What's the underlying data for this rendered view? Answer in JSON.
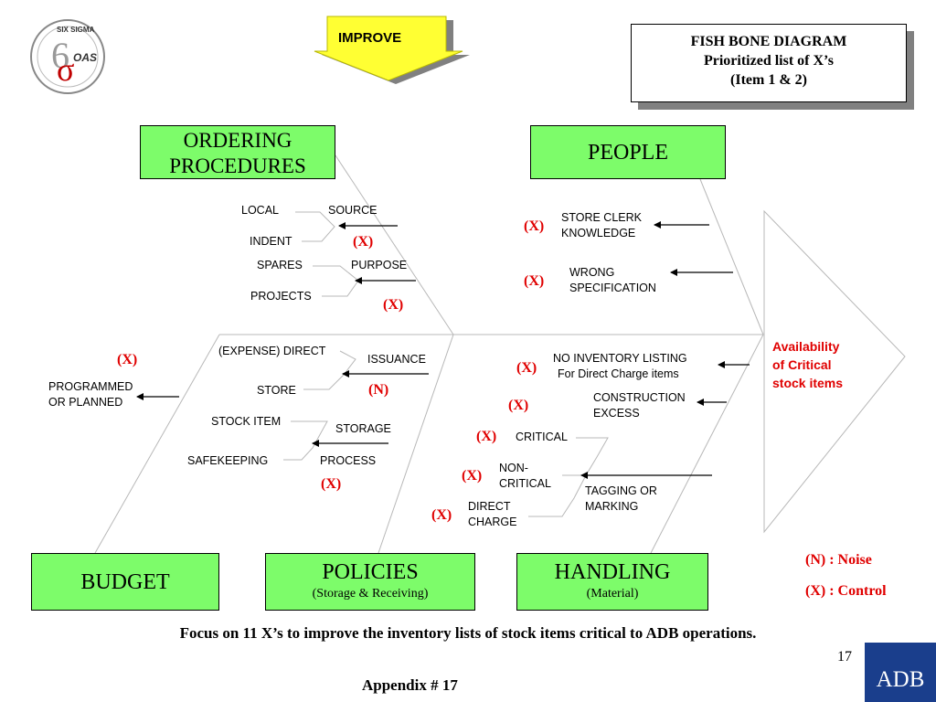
{
  "banner": {
    "label": "IMPROVE"
  },
  "title_box": {
    "line1": "FISH BONE DIAGRAM",
    "line2": "Prioritized list of X’s",
    "line3": "(Item 1 & 2)"
  },
  "logo": {
    "top_text": "SIX SIGMA",
    "brand": "OAS"
  },
  "categories": {
    "ordering": "ORDERING PROCEDURES",
    "people": "PEOPLE",
    "budget": "BUDGET",
    "policies": "POLICIES",
    "policies_sub": "(Storage & Receiving)",
    "handling": "HANDLING",
    "handling_sub": "(Material)"
  },
  "causes": {
    "local": "LOCAL",
    "source": "SOURCE",
    "indent": "INDENT",
    "spares": "SPARES",
    "purpose": "PURPOSE",
    "projects": "PROJECTS",
    "store_clerk_1": "STORE CLERK",
    "store_clerk_2": "KNOWLEDGE",
    "wrong_1": "WRONG",
    "wrong_2": "SPECIFICATION",
    "expense_direct": "(EXPENSE) DIRECT",
    "issuance": "ISSUANCE",
    "store": "STORE",
    "stock_item": "STOCK ITEM",
    "storage": "STORAGE",
    "safekeeping": "SAFEKEEPING",
    "process": "PROCESS",
    "programmed_1": "PROGRAMMED",
    "programmed_2": "OR PLANNED",
    "no_inv_1": "NO INVENTORY LISTING",
    "no_inv_2": "For Direct Charge items",
    "construction_1": "CONSTRUCTION",
    "construction_2": "EXCESS",
    "critical": "CRITICAL",
    "noncritical_1": "NON-",
    "noncritical_2": "CRITICAL",
    "tagging_1": "TAGGING OR",
    "tagging_2": "MARKING",
    "direct_1": "DIRECT",
    "direct_2": "CHARGE"
  },
  "marks": {
    "x": "(X)",
    "n": "(N)"
  },
  "effect": {
    "line1": "Availability",
    "line2": "of Critical",
    "line3": "stock items"
  },
  "legend": {
    "noise": "(N) :  Noise",
    "control": "(X) :  Control"
  },
  "footer": {
    "focus": "Focus on 11 X’s to improve the inventory lists of stock items critical to ADB operations.",
    "page_number": "17",
    "appendix": "Appendix # 17",
    "adb": "ADB"
  },
  "colors": {
    "category_fill": "#7dfc6a",
    "banner_fill": "#ffff33",
    "mark_red": "#e00000",
    "adb_blue": "#1a3e8c"
  }
}
